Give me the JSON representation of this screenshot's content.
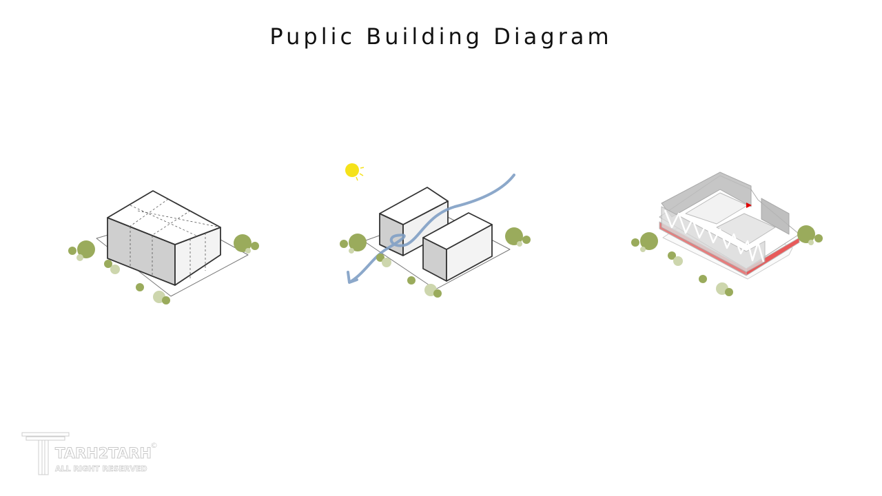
{
  "title": "Puplic Building Diagram",
  "diagrams": [
    {
      "name": "massing-box"
    },
    {
      "name": "split-volumes-sun-wind"
    },
    {
      "name": "final-building"
    }
  ],
  "colors": {
    "tree": "#9aab5c",
    "tree_light": "#cdd6ad",
    "wind": "#7f9fc4",
    "sun": "#f5e21a",
    "accent": "#e85a5a"
  },
  "watermark": {
    "brand": "TARH2TARH",
    "sub": "ALL RIGHT RESERVED",
    "copyright": "©"
  }
}
